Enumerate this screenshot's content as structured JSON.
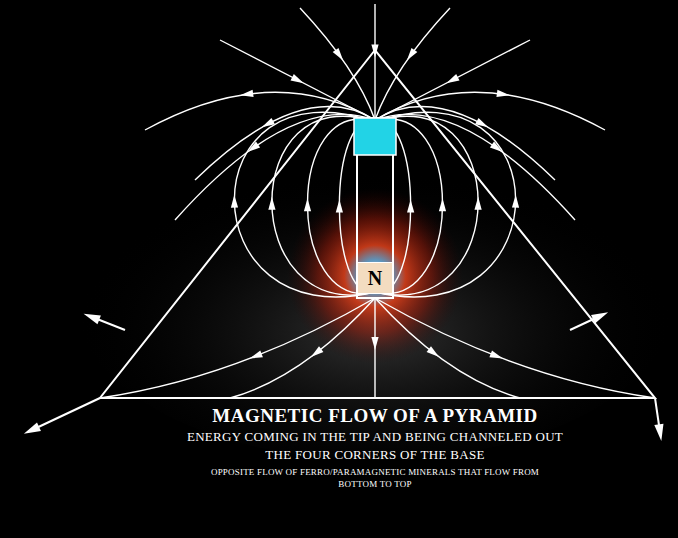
{
  "diagram": {
    "title": "MAGNETIC FLOW OF A PYRAMID",
    "caption": "ENERGY COMING IN THE TIP AND BEING CHANNELED OUT THE FOUR CORNERS OF THE BASE",
    "nodes": [
      {
        "text": [
          "N"
        ]
      }
    ],
    "labels": [
      "OPPOSITE FLOW OF FERRO/PARAMAGNETIC MINERALS THAT FLOW FROM BOTTOM TO TOP"
    ]
  }
}
